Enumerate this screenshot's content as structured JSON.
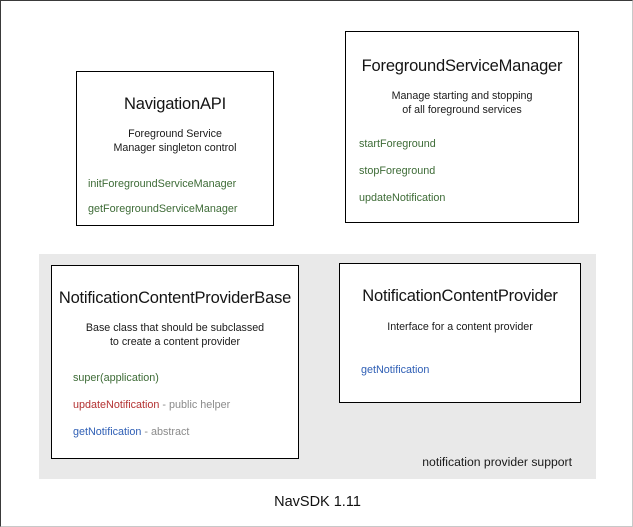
{
  "diagram": {
    "footer_version": "NavSDK 1.11",
    "group": {
      "label": "notification provider support"
    },
    "colors": {
      "method_green": "#3d6b36",
      "method_red": "#b33131",
      "method_blue": "#2f5fb5",
      "note_gray": "#8b8b8b",
      "panel_gray": "#e9e9e9",
      "box_border": "#000000",
      "background": "#ffffff"
    },
    "boxes": {
      "navigation_api": {
        "title": "NavigationAPI",
        "description": "Foreground Service\nManager singleton control",
        "members": [
          {
            "name": "initForegroundServiceManager",
            "note": ""
          },
          {
            "name": "getForegroundServiceManager",
            "note": ""
          }
        ]
      },
      "foreground_service_manager": {
        "title": "ForegroundServiceManager",
        "description": "Manage starting and stopping\nof all foreground services",
        "members": [
          {
            "name": "startForeground",
            "note": ""
          },
          {
            "name": "stopForeground",
            "note": ""
          },
          {
            "name": "updateNotification",
            "note": ""
          }
        ]
      },
      "notification_content_provider_base": {
        "title": "NotificationContentProviderBase",
        "description": "Base class that should be subclassed\nto create a content provider",
        "members": [
          {
            "name": "super(application)",
            "note": ""
          },
          {
            "name": "updateNotification",
            "note": " - public helper"
          },
          {
            "name": "getNotification",
            "note": " - abstract"
          }
        ]
      },
      "notification_content_provider": {
        "title": "NotificationContentProvider",
        "description": "Interface for a content provider",
        "members": [
          {
            "name": "getNotification",
            "note": ""
          }
        ]
      }
    }
  }
}
